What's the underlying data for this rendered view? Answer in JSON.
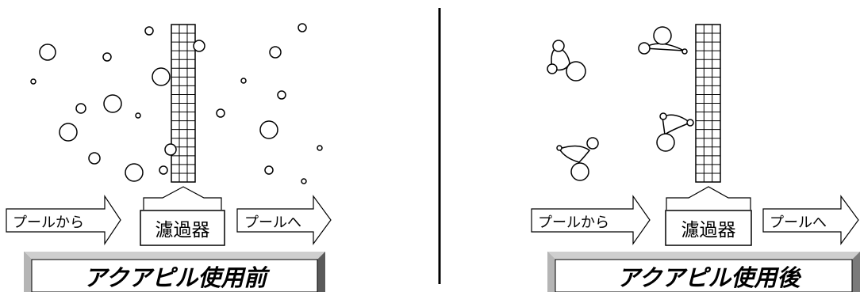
{
  "panels": [
    {
      "id": "before",
      "from_pool_label": "プールから",
      "filter_label": "濾過器",
      "to_pool_label": "プールへ",
      "caption": "アクアピル使用前"
    },
    {
      "id": "after",
      "from_pool_label": "プールから",
      "filter_label": "濾過器",
      "to_pool_label": "プールへ",
      "caption": "アクアピル使用後"
    }
  ]
}
